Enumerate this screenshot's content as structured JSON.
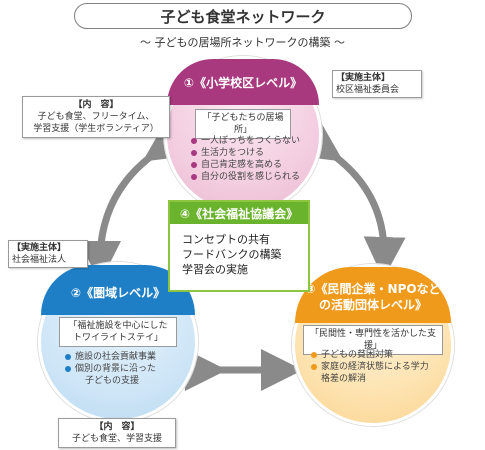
{
  "title": "子ども食堂ネットワーク",
  "subtitle": "～ 子どもの居場所ネットワークの構築 ～",
  "level1": {
    "heading": "①《小学校区レベル》",
    "tag": "「子どもたちの居場所」",
    "items": [
      "一人ぼっちをつくらない",
      "生活力をつける",
      "自己肯定感を高める",
      "自分の役割を感じられる"
    ]
  },
  "level2": {
    "heading": "②《圏域レベル》",
    "tag_line1": "「福祉施設を中心にした",
    "tag_line2": "トワイライトステイ」",
    "items": [
      "施設の社会貢献事業",
      "個別の背景に沿った",
      "子どもの支援"
    ]
  },
  "level3": {
    "heading_line1": "③《民間企業・NPOなど",
    "heading_line2": "の活動団体レベル》",
    "tag": "「民間性・専門性を活かした支援」",
    "items": [
      "子どもの貧困対策",
      "家庭の経済状態による学力",
      "格差の解消"
    ]
  },
  "level4": {
    "heading": "④《社会福祉協議会》",
    "line1": "コンセプトの共有",
    "line2": "フードバンクの構築",
    "line3": "学習会の実施"
  },
  "note_top_left": {
    "heading": "【内　容】",
    "line1": "子ども食堂、フリータイム、",
    "line2": "学習支援（学生ボランティア）"
  },
  "note_top_right": {
    "heading": "【実施主体】",
    "line1": "校区福祉委員会"
  },
  "note_left": {
    "heading": "【実施主体】",
    "line1": "社会福祉法人"
  },
  "note_bottom": {
    "heading": "【内　容】",
    "line1": "子ども食堂、学習支援"
  },
  "colors": {
    "level1": "#a9397e",
    "level2": "#1f7fc6",
    "level3": "#f09a1b",
    "level4": "#6ab42d",
    "arrow": "#8a8a8a"
  }
}
